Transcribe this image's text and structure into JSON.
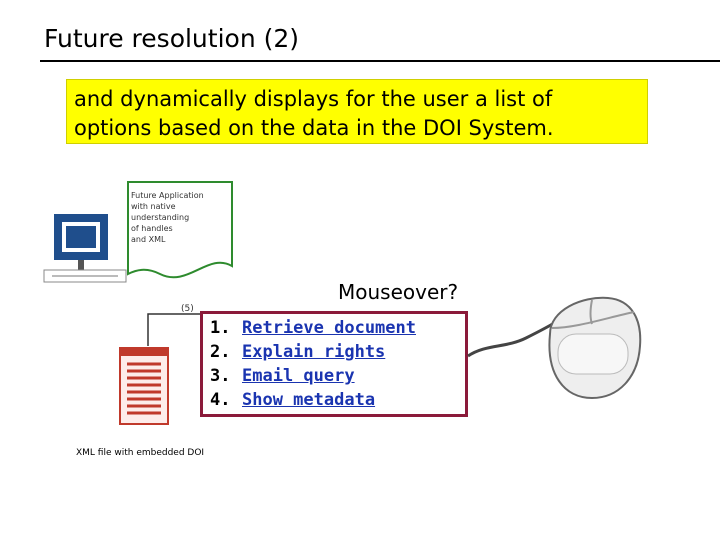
{
  "slide": {
    "title": "Future resolution (2)",
    "intro_lines": [
      "and dynamically displays for the user a list of",
      "options based on the data in the DOI System."
    ]
  },
  "diagram": {
    "app_doc_lines": [
      "Future Application",
      "with native",
      "understanding",
      "of handles",
      "and XML"
    ],
    "step_label": "(5)",
    "xml_file_label": "XML file with embedded DOI",
    "mouseover_label": "Mouseover?",
    "icons": [
      "computer-monitor-icon",
      "document-icon",
      "xml-file-icon",
      "computer-mouse-icon"
    ]
  },
  "menu": {
    "items": [
      {
        "num": "1.",
        "label": "Retrieve document"
      },
      {
        "num": "2.",
        "label": "Explain rights"
      },
      {
        "num": "3.",
        "label": "Email query"
      },
      {
        "num": "4.",
        "label": "Show metadata"
      }
    ]
  },
  "colors": {
    "highlight": "#ffff00",
    "menu_border": "#8b1a3a",
    "link": "#1a34b0",
    "monitor": "#1f4e8c",
    "doc_border": "#2e8b2e",
    "xml_file": "#c0392b"
  }
}
